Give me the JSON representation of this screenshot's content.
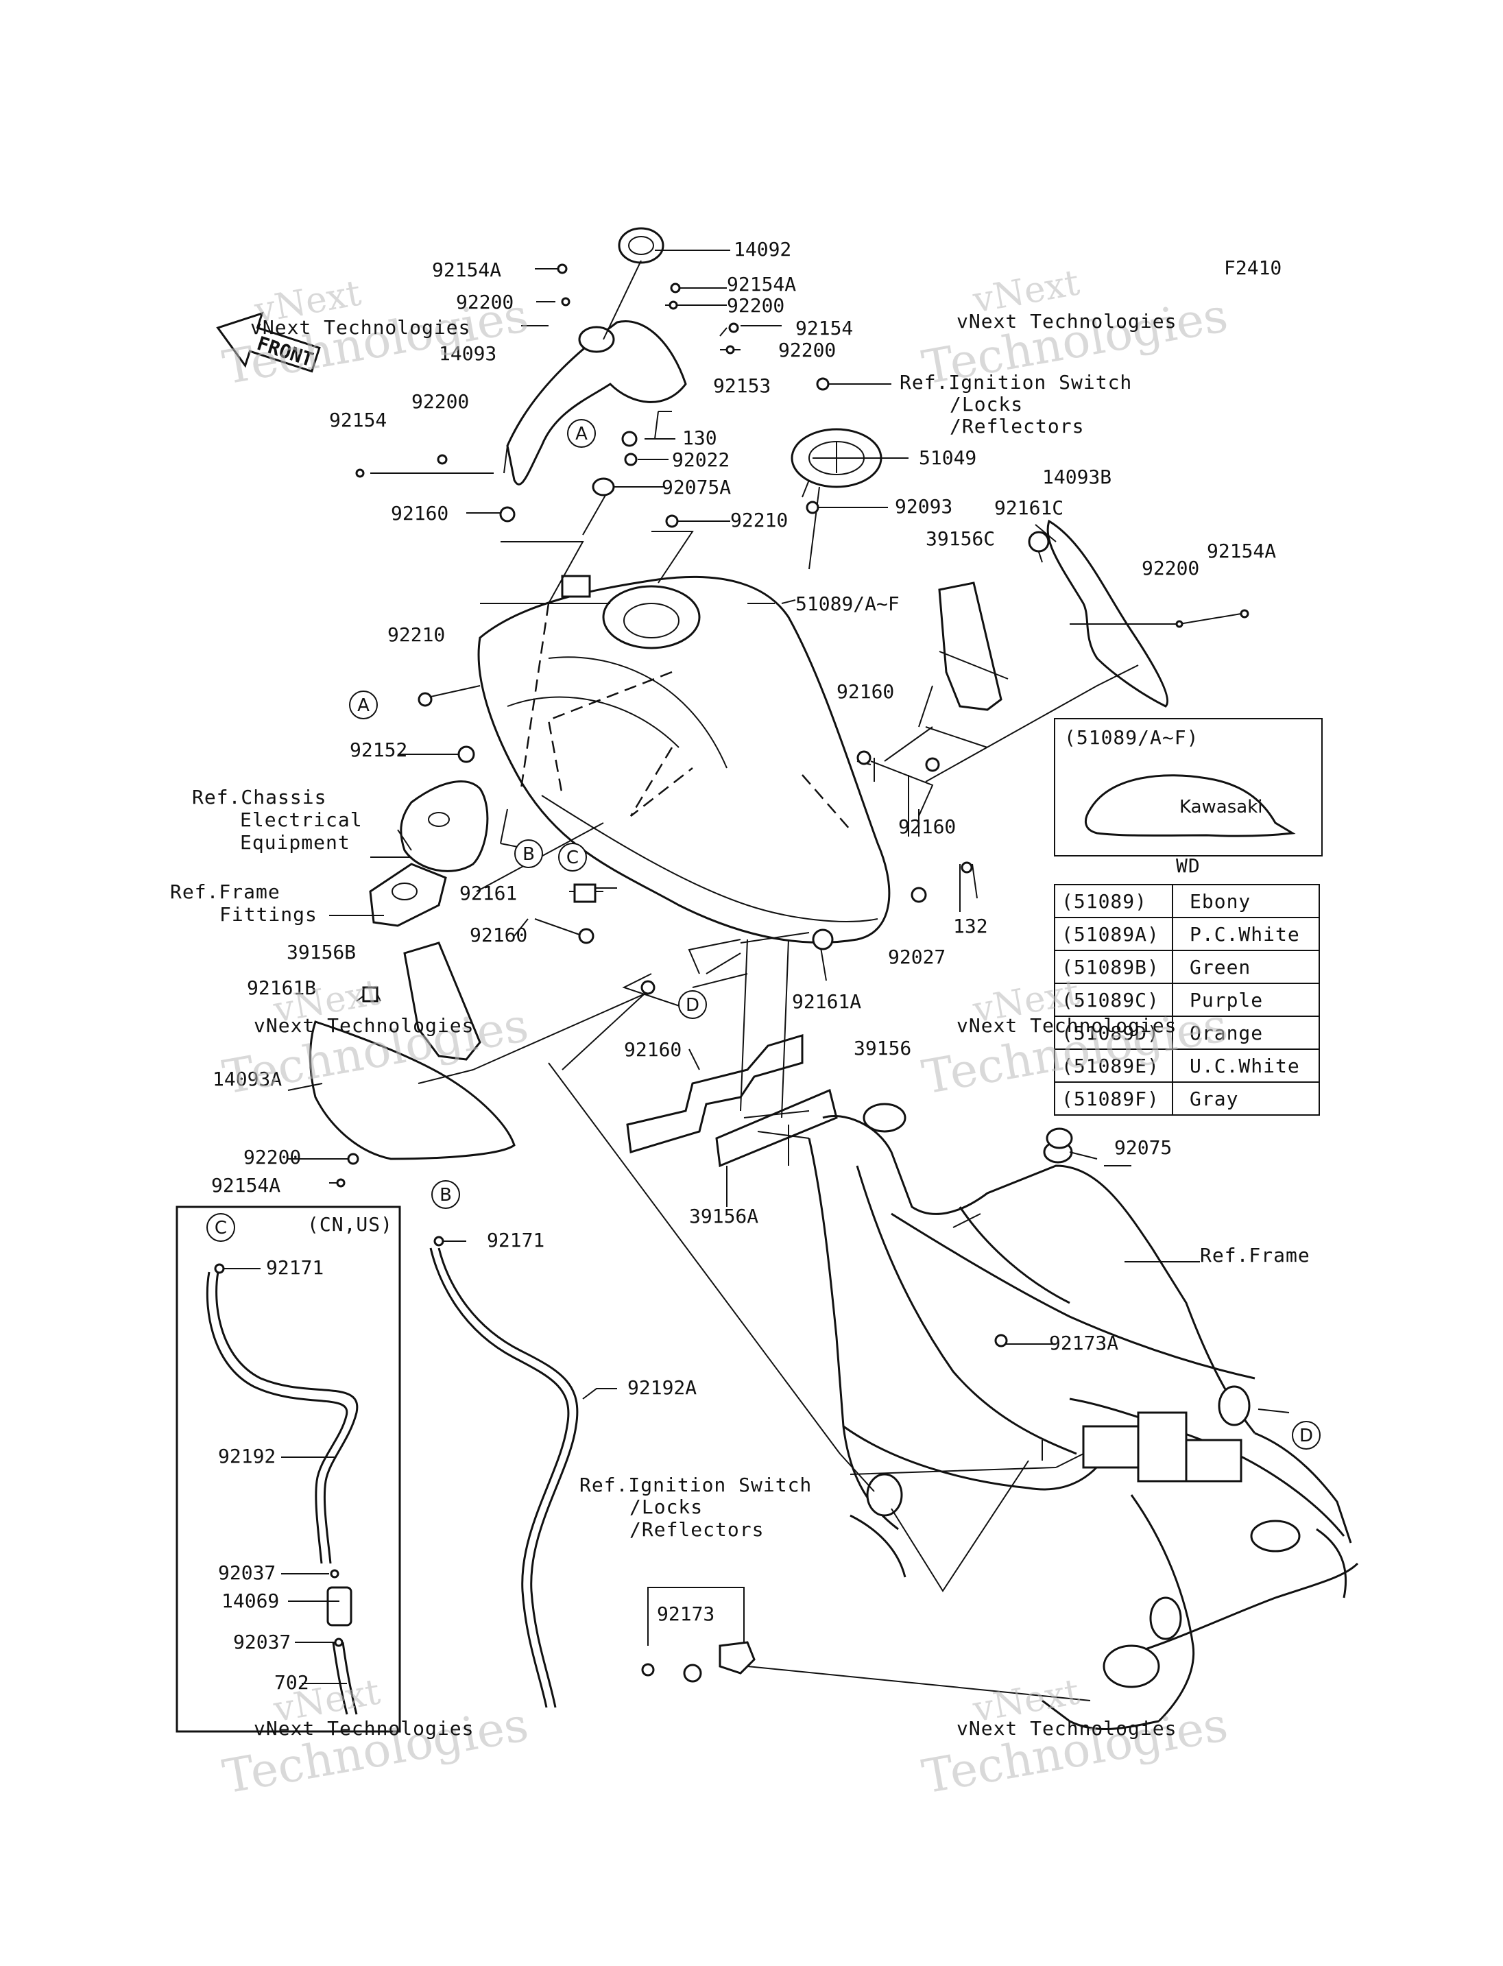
{
  "figure_code": "F2410",
  "front_label": "FRONT",
  "watermark_text": "vNext Technologies",
  "watermark_big": "Technologies",
  "watermark_small_top": "vNext",
  "callouts": {
    "a": "A",
    "b": "B",
    "c": "C",
    "d": "D"
  },
  "parts": [
    "14092",
    "92154A",
    "92200",
    "92154A",
    "92200",
    "92154",
    "92200",
    "14093",
    "92153",
    "92154",
    "92200",
    "130",
    "92022",
    "92075A",
    "51049",
    "92093",
    "92160",
    "92210",
    "51089/A~F",
    "14093B",
    "92161C",
    "39156C",
    "92200",
    "92154A",
    "92210",
    "92160",
    "92152",
    "92160",
    "92161",
    "92160",
    "132",
    "92027",
    "92161A",
    "39156B",
    "92161B",
    "14093A",
    "92160",
    "39156",
    "92200",
    "92154A",
    "39156A",
    "92075",
    "92171",
    "92171",
    "92192A",
    "92173A",
    "92192",
    "92037",
    "14069",
    "92037",
    "702",
    "92173"
  ],
  "refs": {
    "ignition_top": [
      "Ref.Ignition Switch",
      "/Locks",
      "/Reflectors"
    ],
    "chassis": [
      "Ref.Chassis",
      "Electrical",
      "Equipment"
    ],
    "frame_fittings": [
      "Ref.Frame",
      "Fittings"
    ],
    "frame": "Ref.Frame",
    "ignition_bottom": [
      "Ref.Ignition Switch",
      "/Locks",
      "/Reflectors"
    ]
  },
  "region_label": "(CN,US)",
  "inset": {
    "title": "(51089/A~F)",
    "caption": "WD",
    "tank_brand": "Kawasaki"
  },
  "color_table": [
    {
      "code": "(51089)",
      "color": "Ebony"
    },
    {
      "code": "(51089A)",
      "color": "P.C.White"
    },
    {
      "code": "(51089B)",
      "color": "Green"
    },
    {
      "code": "(51089C)",
      "color": "Purple"
    },
    {
      "code": "(51089D)",
      "color": "Orange"
    },
    {
      "code": "(51089E)",
      "color": "U.C.White"
    },
    {
      "code": "(51089F)",
      "color": "Gray"
    }
  ]
}
